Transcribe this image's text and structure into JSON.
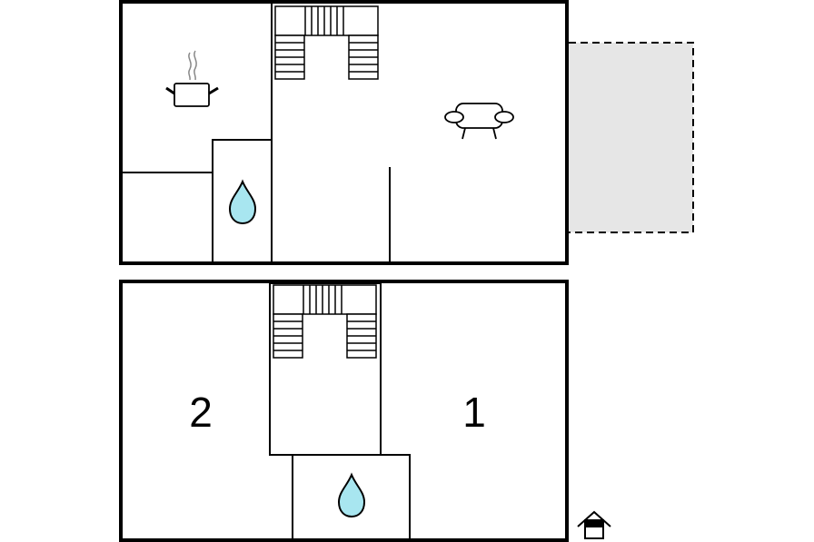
{
  "plan": {
    "rooms": [
      {
        "id": "bedroom-2",
        "label": "2"
      },
      {
        "id": "bedroom-1",
        "label": "1"
      }
    ],
    "icons": {
      "kitchen": "cooking-pot-icon",
      "living": "sofa-icon",
      "bathroom": "water-drop-icon",
      "entrance": "house-entrance-icon",
      "stairs": "staircase-icon"
    },
    "colors": {
      "water_drop": "#a8e6f0",
      "terrace": "#e6e6e6",
      "walls": "#000000"
    }
  }
}
